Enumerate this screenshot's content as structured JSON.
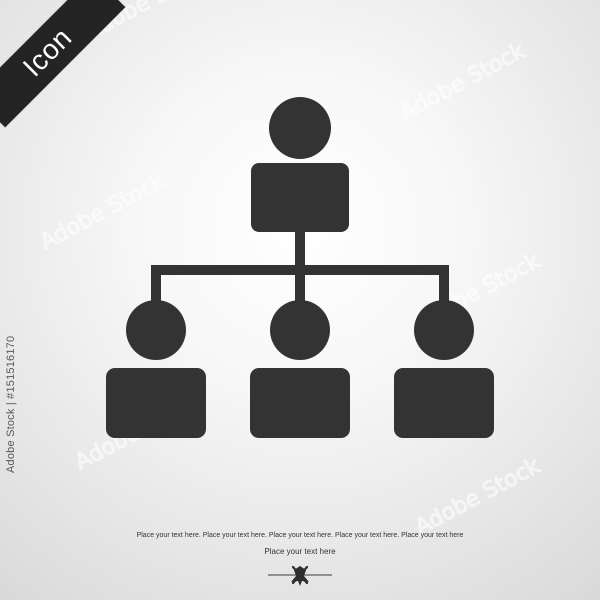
{
  "badge": {
    "label": "Icon"
  },
  "stock_id": {
    "text": "Adobe Stock | #151516170"
  },
  "captions": {
    "line1": "Place your text here. Place your text here. Place your text here. Place your text here. Place your text here",
    "line2": "Place your text here"
  },
  "icon": {
    "name": "organization-chart-icon"
  },
  "colors": {
    "background_center": "#ffffff",
    "background_edge": "#d9d9d9",
    "icon_fill": "#333333",
    "badge_fill": "#242424",
    "text": "#333333"
  }
}
